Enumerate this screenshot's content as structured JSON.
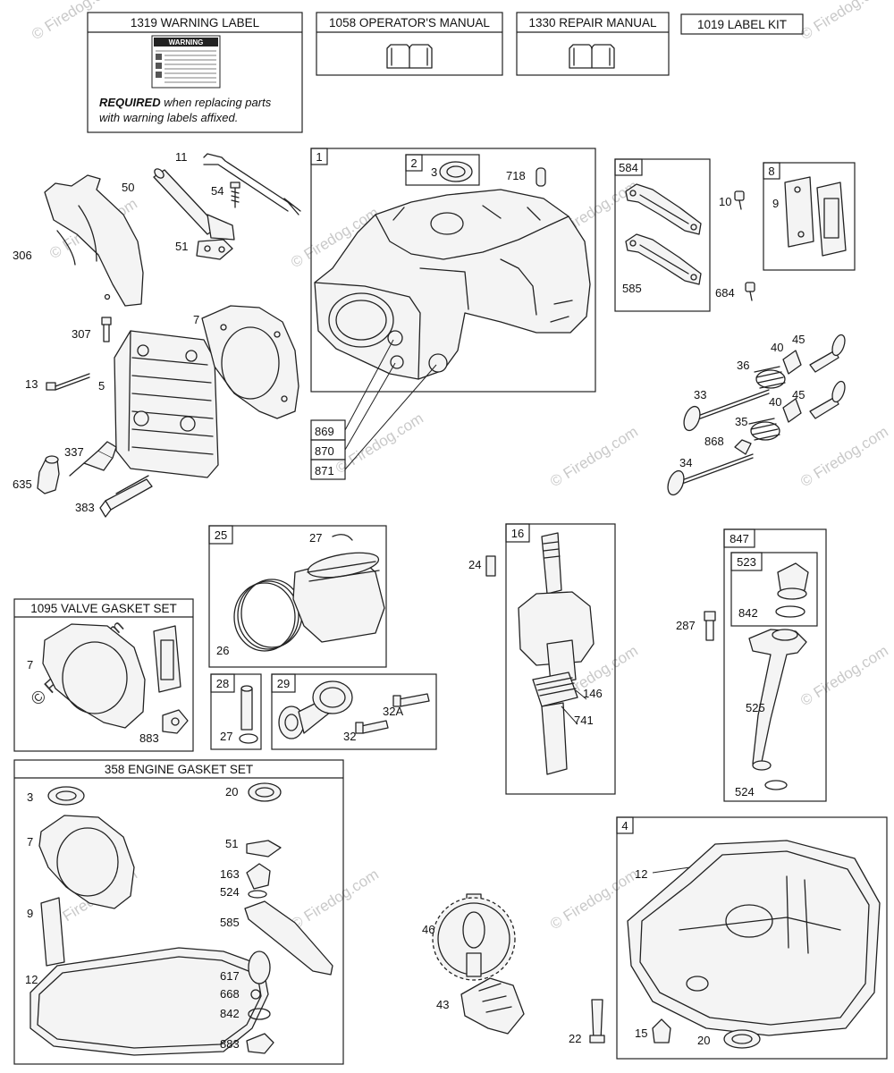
{
  "watermark": "© Firedog.com",
  "header_boxes": {
    "warning_label": {
      "title": "1319 WARNING LABEL",
      "sticker_title": "WARNING",
      "note_bold": "REQUIRED",
      "note_line1": " when replacing parts",
      "note_line2": "with warning labels affixed."
    },
    "operators_manual": {
      "title": "1058 OPERATOR'S MANUAL"
    },
    "repair_manual": {
      "title": "1330 REPAIR MANUAL"
    },
    "label_kit": {
      "title": "1019 LABEL KIT"
    }
  },
  "groups": {
    "cylinder": "1",
    "seal_group": "2",
    "gasket_group_584": "584",
    "breather_group": "8",
    "piston_group": "25",
    "pin_group": "28",
    "rod_group": "29",
    "crankshaft_group": "16",
    "dipstick_group": "847",
    "cap_group": "523",
    "sump_group": "4",
    "valve_gasket_set": "1095 VALVE GASKET SET",
    "engine_gasket_set": "358 ENGINE GASKET SET"
  },
  "callouts": [
    {
      "id": "c-11",
      "text": "11"
    },
    {
      "id": "c-50",
      "text": "50"
    },
    {
      "id": "c-54",
      "text": "54"
    },
    {
      "id": "c-51",
      "text": "51"
    },
    {
      "id": "c-306",
      "text": "306"
    },
    {
      "id": "c-307",
      "text": "307"
    },
    {
      "id": "c-7",
      "text": "7"
    },
    {
      "id": "c-13",
      "text": "13"
    },
    {
      "id": "c-5",
      "text": "5"
    },
    {
      "id": "c-337",
      "text": "337"
    },
    {
      "id": "c-635",
      "text": "635"
    },
    {
      "id": "c-383",
      "text": "383"
    },
    {
      "id": "c-3",
      "text": "3"
    },
    {
      "id": "c-718",
      "text": "718"
    },
    {
      "id": "c-869",
      "text": "869"
    },
    {
      "id": "c-870",
      "text": "870"
    },
    {
      "id": "c-871",
      "text": "871"
    },
    {
      "id": "c-585",
      "text": "585"
    },
    {
      "id": "c-10",
      "text": "10"
    },
    {
      "id": "c-9",
      "text": "9"
    },
    {
      "id": "c-684",
      "text": "684"
    },
    {
      "id": "c-40a",
      "text": "40"
    },
    {
      "id": "c-45a",
      "text": "45"
    },
    {
      "id": "c-36",
      "text": "36"
    },
    {
      "id": "c-33",
      "text": "33"
    },
    {
      "id": "c-40b",
      "text": "40"
    },
    {
      "id": "c-45b",
      "text": "45"
    },
    {
      "id": "c-35",
      "text": "35"
    },
    {
      "id": "c-868",
      "text": "868"
    },
    {
      "id": "c-34",
      "text": "34"
    },
    {
      "id": "c-27a",
      "text": "27"
    },
    {
      "id": "c-26",
      "text": "26"
    },
    {
      "id": "c-24",
      "text": "24"
    },
    {
      "id": "c-146",
      "text": "146"
    },
    {
      "id": "c-741",
      "text": "741"
    },
    {
      "id": "c-287",
      "text": "287"
    },
    {
      "id": "c-842a",
      "text": "842"
    },
    {
      "id": "c-525",
      "text": "525"
    },
    {
      "id": "c-524a",
      "text": "524"
    },
    {
      "id": "c-7v",
      "text": "7"
    },
    {
      "id": "c-883v",
      "text": "883"
    },
    {
      "id": "c-27b",
      "text": "27"
    },
    {
      "id": "c-32A",
      "text": "32A"
    },
    {
      "id": "c-32",
      "text": "32"
    },
    {
      "id": "c-3g",
      "text": "3"
    },
    {
      "id": "c-7g",
      "text": "7"
    },
    {
      "id": "c-9g",
      "text": "9"
    },
    {
      "id": "c-12g",
      "text": "12"
    },
    {
      "id": "c-20g",
      "text": "20"
    },
    {
      "id": "c-51g",
      "text": "51"
    },
    {
      "id": "c-163",
      "text": "163"
    },
    {
      "id": "c-524g",
      "text": "524"
    },
    {
      "id": "c-585g",
      "text": "585"
    },
    {
      "id": "c-617",
      "text": "617"
    },
    {
      "id": "c-668",
      "text": "668"
    },
    {
      "id": "c-842g",
      "text": "842"
    },
    {
      "id": "c-883g",
      "text": "883"
    },
    {
      "id": "c-46",
      "text": "46"
    },
    {
      "id": "c-43",
      "text": "43"
    },
    {
      "id": "c-12s",
      "text": "12"
    },
    {
      "id": "c-22",
      "text": "22"
    },
    {
      "id": "c-15",
      "text": "15"
    },
    {
      "id": "c-20s",
      "text": "20"
    }
  ]
}
